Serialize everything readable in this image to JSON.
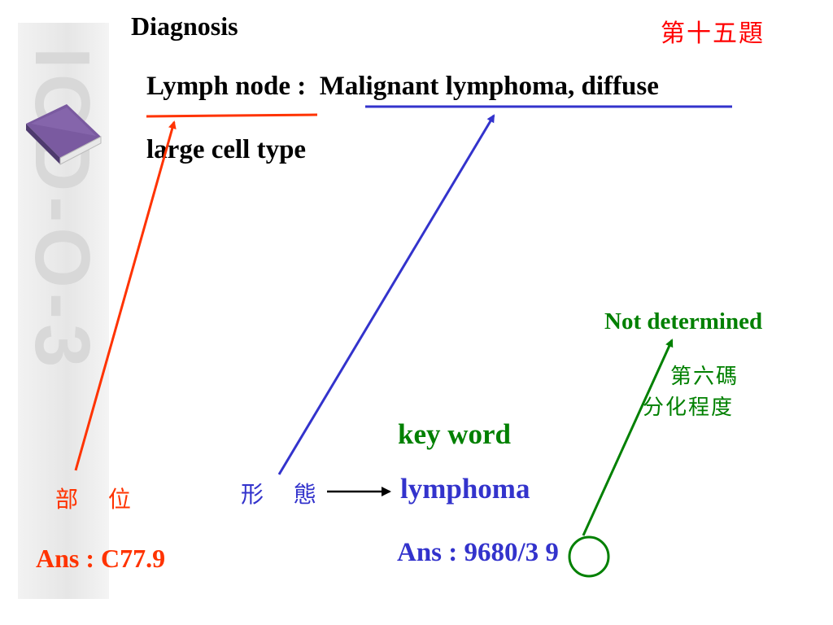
{
  "slide": {
    "heading": "Diagnosis",
    "question_number": "第十五題",
    "diagnosis_line1": "Lymph node :  Malignant lymphoma, diffuse",
    "diagnosis_line2": "large cell type",
    "site_label": "部 位",
    "site_answer": "Ans : C77.9",
    "morphology_label": "形 態",
    "key_word_label": "key word",
    "key_word_value": "lymphoma",
    "morphology_answer": "Ans : 9680/3 9",
    "not_determined": "Not determined",
    "sixth_code": "第六碼",
    "differentiation": "分化程度",
    "watermark": "ICD-O-3"
  },
  "colors": {
    "site": "#ff3300",
    "morphology": "#3333cc",
    "grade": "#008000",
    "text": "#000000",
    "question": "#ff0000"
  }
}
